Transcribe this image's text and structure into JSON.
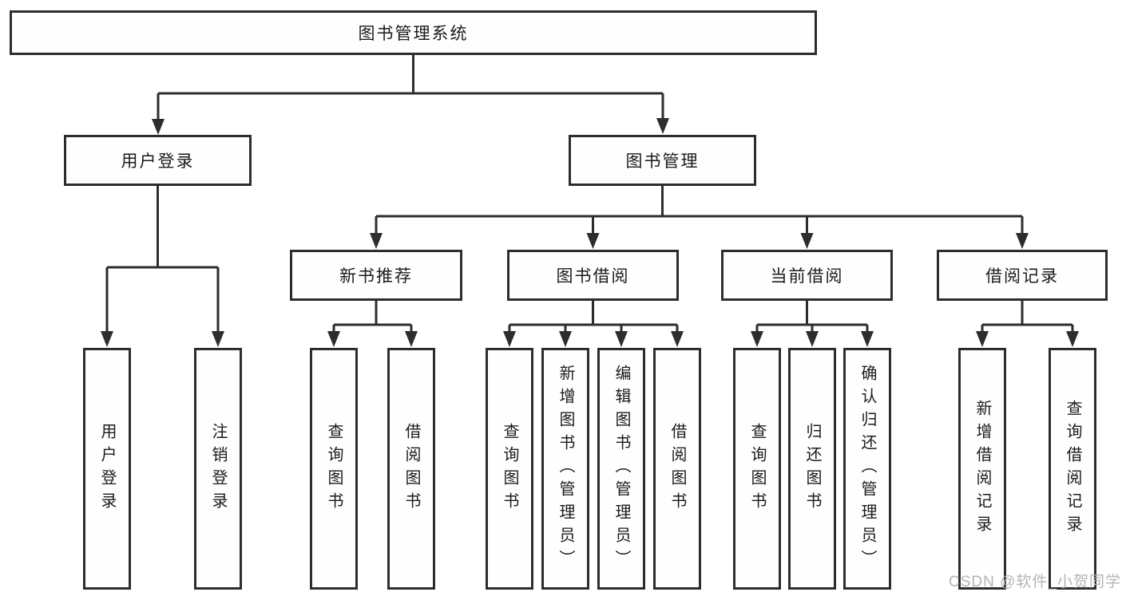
{
  "diagram": {
    "type": "hierarchy-tree",
    "colors": {
      "line": "#2d2d2d",
      "box_border": "#2d2d2d",
      "box_fill": "#fefefe",
      "text": "#1b1b1b",
      "background": "#ffffff",
      "watermark": "#b4b4b4"
    },
    "nodes": {
      "root": {
        "label": "图书管理系统"
      },
      "level2": [
        {
          "label": "用户登录",
          "parent": "图书管理系统"
        },
        {
          "label": "图书管理",
          "parent": "图书管理系统"
        }
      ],
      "level3": [
        {
          "label": "新书推荐",
          "parent": "图书管理"
        },
        {
          "label": "图书借阅",
          "parent": "图书管理"
        },
        {
          "label": "当前借阅",
          "parent": "图书管理"
        },
        {
          "label": "借阅记录",
          "parent": "图书管理"
        }
      ],
      "leaves": [
        {
          "label": "用户登录",
          "parent": "用户登录"
        },
        {
          "label": "注销登录",
          "parent": "用户登录"
        },
        {
          "label": "查询图书",
          "parent": "新书推荐"
        },
        {
          "label": "借阅图书",
          "parent": "新书推荐"
        },
        {
          "label": "查询图书",
          "parent": "图书借阅"
        },
        {
          "label": "新增图书（管理员）",
          "parent": "图书借阅"
        },
        {
          "label": "编辑图书（管理员）",
          "parent": "图书借阅"
        },
        {
          "label": "借阅图书",
          "parent": "图书借阅"
        },
        {
          "label": "查询图书",
          "parent": "当前借阅"
        },
        {
          "label": "归还图书",
          "parent": "当前借阅"
        },
        {
          "label": "确认归还（管理员）",
          "parent": "当前借阅"
        },
        {
          "label": "新增借阅记录",
          "parent": "借阅记录"
        },
        {
          "label": "查询借阅记录",
          "parent": "借阅记录"
        }
      ]
    }
  },
  "watermark": {
    "text": "CSDN @软件_小贺同学"
  }
}
